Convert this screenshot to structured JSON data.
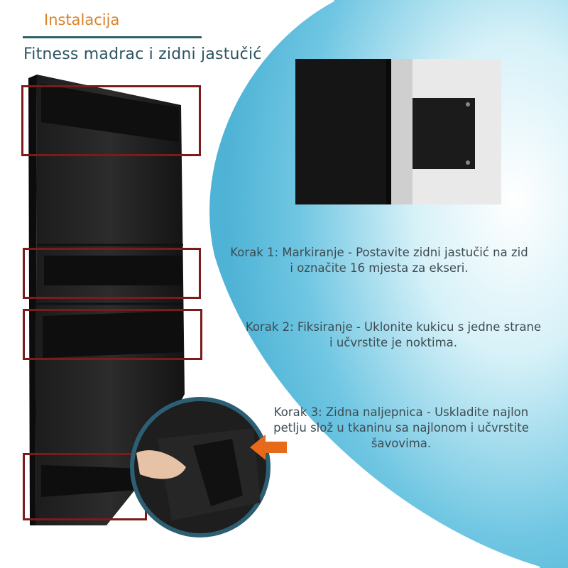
{
  "header": {
    "tag": "Instalacija",
    "title": "Fitness madrac i zidni jastučić"
  },
  "steps": [
    {
      "text_line1": "Korak 1: Markiranje - Postavite zidni jastučić na zid",
      "text_line2": "i označite 16 mjesta za ekseri."
    },
    {
      "text_line1": "Korak 2: Fiksiranje - Uklonite kukicu s jedne strane",
      "text_line2": "i učvrstite je noktima."
    },
    {
      "text_line1": "Korak 3: Zidna naljepnica - Uskladite najlon",
      "text_line2": "petlju slož u tkaninu sa najlonom i učvrstite",
      "text_line3": "šavovima."
    }
  ],
  "colors": {
    "accent_orange": "#d9822b",
    "title_teal": "#2d5560",
    "marker_red": "#7b1b1b",
    "background_blue": "#7fcde6"
  },
  "icons": [
    "marker-box",
    "orange-arrow-icon",
    "zoom-circle"
  ]
}
